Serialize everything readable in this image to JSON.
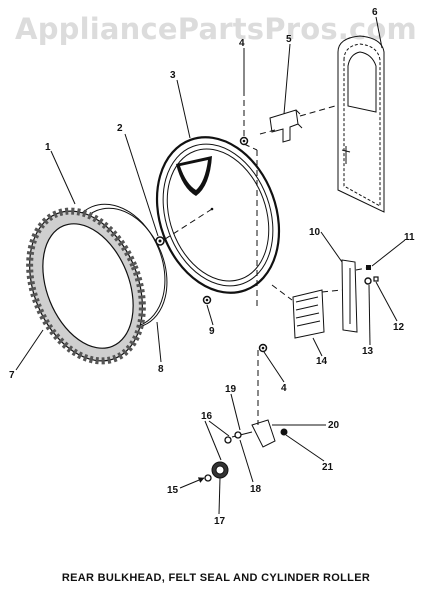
{
  "watermark": "AppliancePartsPros.com",
  "caption": "REAR BULKHEAD, FELT SEAL AND CYLINDER ROLLER",
  "callouts": [
    "1",
    "2",
    "3",
    "4",
    "5",
    "6",
    "7",
    "8",
    "9",
    "4",
    "10",
    "11",
    "12",
    "13",
    "14",
    "15",
    "16",
    "17",
    "18",
    "19",
    "20",
    "21"
  ]
}
